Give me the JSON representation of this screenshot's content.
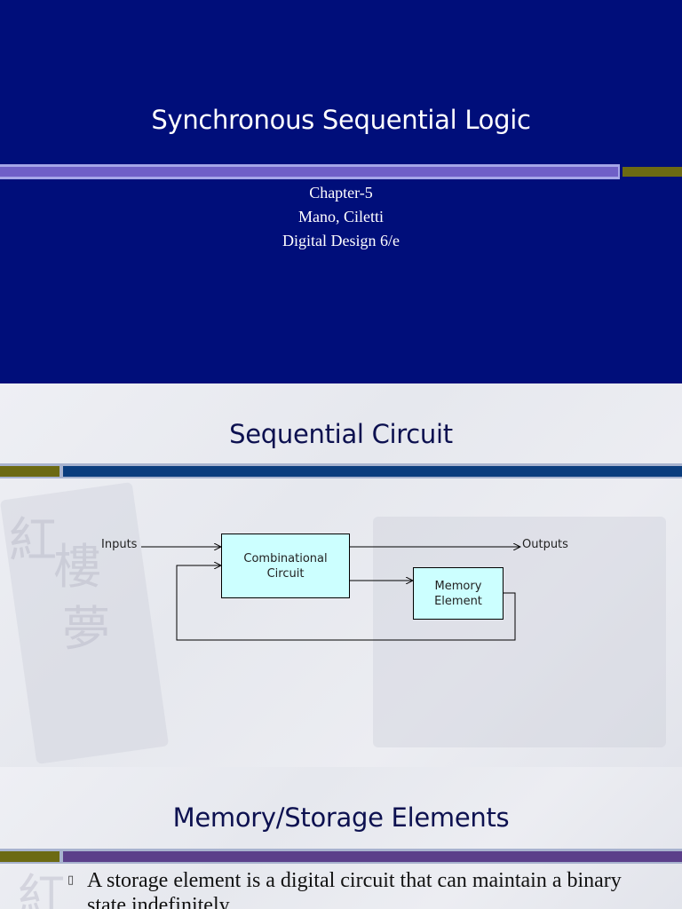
{
  "slide1": {
    "title": "Synchronous Sequential Logic",
    "chapter": "Chapter-5",
    "authors": "Mano, Ciletti",
    "book": "Digital Design 6/e"
  },
  "slide2": {
    "title": "Sequential Circuit",
    "diagram": {
      "inputs_label": "Inputs",
      "outputs_label": "Outputs",
      "combinational_line1": "Combinational",
      "combinational_line2": "Circuit",
      "memory_line1": "Memory",
      "memory_line2": "Element"
    }
  },
  "slide3": {
    "title": "Memory/Storage Elements",
    "bullet_marker": "▯",
    "bullet_text": "A storage element is a digital circuit that can maintain a binary state indefinitely"
  },
  "colors": {
    "title_slide_bg": "#000e7a",
    "band_purple": "#6f5fc7",
    "band_olive": "#6c6a13",
    "slide_title_text": "#0d1150",
    "bar_blue": "#0b3d7e",
    "bar_purple": "#5b3f8a",
    "diagram_box_fill": "#ccffff"
  }
}
